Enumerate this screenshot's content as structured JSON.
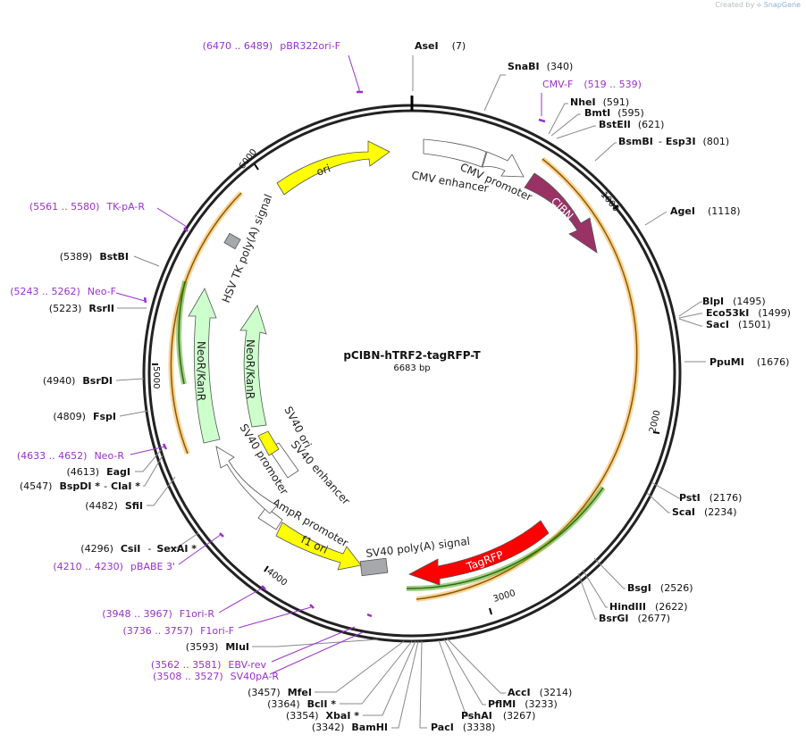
{
  "plasmid": {
    "name": "pCIBN-hTRF2-tagRFP-T",
    "length_label": "6683 bp",
    "length": 6683
  },
  "watermark": {
    "created_by": "Created by",
    "brand": "SnapGene"
  },
  "colors": {
    "backbone": "#222222",
    "primer": "#9932CC",
    "ori": "#FFFF00",
    "cibn": "#993366",
    "tagrfp": "#FF0000",
    "neor": "#CCFFCC",
    "polyA": "#A6A8AB",
    "sv40ori": "#FFFF00",
    "outline_white": "#FFFFFF",
    "orange_band": "#F5B041",
    "green_band": "#55AA22"
  },
  "ticks": [
    {
      "pos": 1000,
      "label": "1000"
    },
    {
      "pos": 2000,
      "label": "2000"
    },
    {
      "pos": 3000,
      "label": "3000"
    },
    {
      "pos": 4000,
      "label": "4000"
    },
    {
      "pos": 5000,
      "label": "5000"
    },
    {
      "pos": 6000,
      "label": "6000"
    }
  ],
  "enzymes": [
    {
      "name": "AseI",
      "pos": "(7)"
    },
    {
      "name": "SnaBI",
      "pos": "(340)"
    },
    {
      "name": "NheI",
      "pos": "(591)"
    },
    {
      "name": "BmtI",
      "pos": "(595)"
    },
    {
      "name": "BstEII",
      "pos": "(621)"
    },
    {
      "name": "BsmBI",
      "name2": "Esp3I",
      "pos": "(801)"
    },
    {
      "name": "AgeI",
      "pos": "(1118)"
    },
    {
      "name": "BlpI",
      "pos": "(1495)"
    },
    {
      "name": "Eco53kI",
      "pos": "(1499)"
    },
    {
      "name": "SacI",
      "pos": "(1501)"
    },
    {
      "name": "PpuMI",
      "pos": "(1676)"
    },
    {
      "name": "PstI",
      "pos": "(2176)"
    },
    {
      "name": "ScaI",
      "pos": "(2234)"
    },
    {
      "name": "BsgI",
      "pos": "(2526)"
    },
    {
      "name": "HindIII",
      "pos": "(2622)"
    },
    {
      "name": "BsrGI",
      "pos": "(2677)"
    },
    {
      "name": "AccI",
      "pos": "(3214)"
    },
    {
      "name": "PflMI",
      "pos": "(3233)"
    },
    {
      "name": "PshAI",
      "pos": "(3267)"
    },
    {
      "name": "PacI",
      "pos": "(3338)"
    },
    {
      "name": "BamHI",
      "pos": "(3342)"
    },
    {
      "name": "XbaI *",
      "pos": "(3354)"
    },
    {
      "name": "BclI *",
      "pos": "(3364)"
    },
    {
      "name": "MfeI",
      "pos": "(3457)"
    },
    {
      "name": "MluI",
      "pos": "(3593)"
    },
    {
      "name": "CsiI",
      "name2": "SexAI *",
      "pos": "(4296)"
    },
    {
      "name": "SfiI",
      "pos": "(4482)"
    },
    {
      "name": "BspDI *",
      "name2": "ClaI *",
      "pos": "(4547)"
    },
    {
      "name": "EagI",
      "pos": "(4613)"
    },
    {
      "name": "FspI",
      "pos": "(4809)"
    },
    {
      "name": "BsrDI",
      "pos": "(4940)"
    },
    {
      "name": "RsrII",
      "pos": "(5223)"
    },
    {
      "name": "BstBI",
      "pos": "(5389)"
    }
  ],
  "primers": [
    {
      "range": "(6470 .. 6489)",
      "name": "pBR322ori-F"
    },
    {
      "range": "(519 .. 539)",
      "name": "CMV-F"
    },
    {
      "range": "(5561 .. 5580)",
      "name": "TK-pA-R"
    },
    {
      "range": "(5243 .. 5262)",
      "name": "Neo-F"
    },
    {
      "range": "(4633 .. 4652)",
      "name": "Neo-R"
    },
    {
      "range": "(4210 .. 4230)",
      "name": "pBABE 3'"
    },
    {
      "range": "(3948 .. 3967)",
      "name": "F1ori-R"
    },
    {
      "range": "(3736 .. 3757)",
      "name": "F1ori-F"
    },
    {
      "range": "(3562 .. 3581)",
      "name": "EBV-rev"
    },
    {
      "range": "(3508 .. 3527)",
      "name": "SV40pA-R"
    }
  ],
  "features": {
    "ori": "ori",
    "cmv_promoter": "CMV promoter",
    "cmv_enhancer": "CMV enhancer",
    "cibn": "CIBN",
    "tagrfp": "TagRFP",
    "sv40_polya": "SV40 poly(A) signal",
    "f1_ori": "f1 ori",
    "ampr_promoter": "AmpR promoter",
    "sv40_promoter": "SV40 promoter",
    "sv40_enhancer": "SV40 enhancer",
    "sv40_ori": "SV40 ori",
    "neor_outer": "NeoR/KanR",
    "neor_inner": "NeoR/KanR",
    "hsv_tk": "HSV TK poly(A) signal"
  }
}
